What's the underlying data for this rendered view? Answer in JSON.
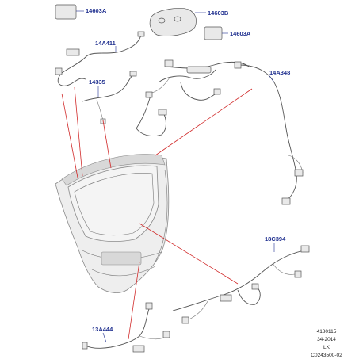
{
  "colors": {
    "label": "#1f2f8f",
    "pointer": "#d12a2a",
    "line": "#555555"
  },
  "labels": {
    "p14603a_top": "14603A",
    "p14603b": "14603B",
    "p14603a_right": "14603A",
    "p14a411": "14A411",
    "p14335": "14335",
    "p14a348": "14A348",
    "p18c394": "18C394",
    "p13a444": "13A444"
  },
  "reference": {
    "number": "4180115",
    "date": "34-2014",
    "region": "LK",
    "code": "C0243500-02"
  }
}
